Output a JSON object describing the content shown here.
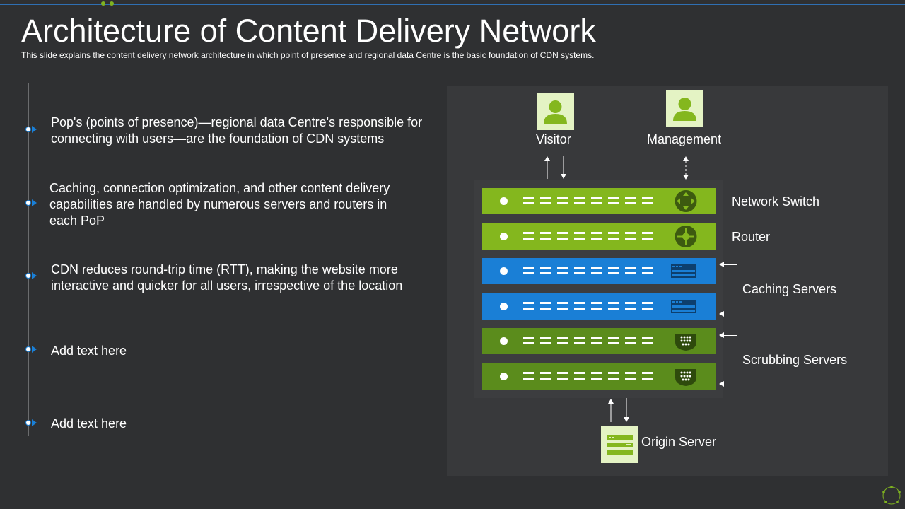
{
  "slide": {
    "title": "Architecture of Content Delivery Network",
    "subtitle": "This slide explains the content delivery  network architecture in which point of presence  and regional  data Centre  is the basic foundation  of CDN  systems."
  },
  "points": [
    {
      "text": "Pop's (points of presence)—regional data Centre's responsible for connecting with users—are the foundation of CDN systems"
    },
    {
      "text": "Caching, connection optimization, and other content delivery capabilities are handled by numerous servers and routers in each PoP"
    },
    {
      "text": "CDN reduces round-trip time (RTT), making the website more interactive and quicker for all users, irrespective of the location"
    },
    {
      "text": "Add text here"
    },
    {
      "text": "Add text here"
    }
  ],
  "diagram": {
    "visitor": {
      "label": "Visitor",
      "icon": "user-icon"
    },
    "management": {
      "label": "Management",
      "icon": "user-icon"
    },
    "servers": [
      {
        "label": "Network Switch",
        "color": "#84b71e",
        "icon": "network-switch-icon"
      },
      {
        "label": "Router",
        "color": "#84b71e",
        "icon": "router-icon"
      },
      {
        "label": "",
        "color": "#1a7fd6",
        "icon": "caching-server-icon"
      },
      {
        "label": "",
        "color": "#1a7fd6",
        "icon": "caching-server-icon"
      },
      {
        "label": "",
        "color": "#5b8c1c",
        "icon": "scrubbing-server-icon"
      },
      {
        "label": "",
        "color": "#5b8c1c",
        "icon": "scrubbing-server-icon"
      }
    ],
    "caching_servers_label": "Caching Servers",
    "scrubbing_servers_label": "Scrubbing Servers",
    "origin": {
      "label": "Origin Server",
      "icon": "origin-server-icon"
    }
  },
  "colors": {
    "background": "#2f3032",
    "panel": "#38393b",
    "green": "#84b71e",
    "dark_green": "#5b8c1c",
    "blue": "#1a7fd6",
    "icon_bg": "#e4f3c4"
  }
}
